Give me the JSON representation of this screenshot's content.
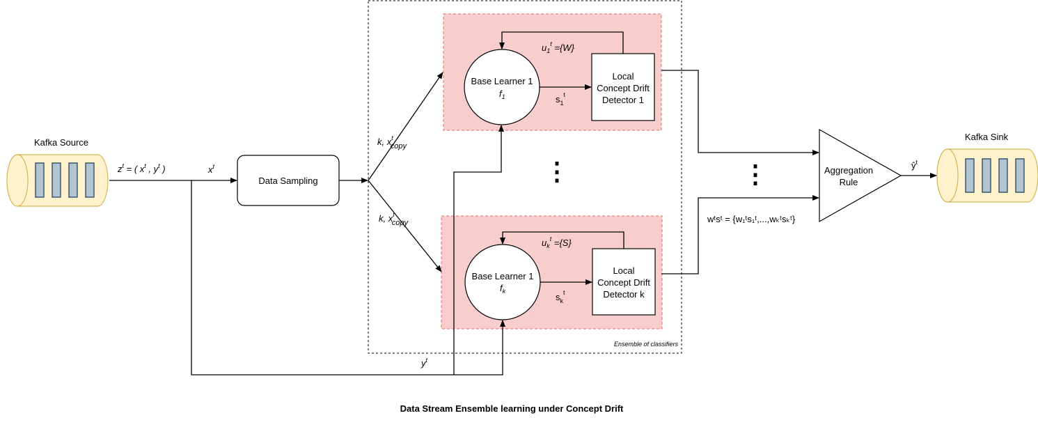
{
  "caption": "Data Stream Ensemble learning under Concept Drift",
  "ensemble_label": "Ensemble of classifiers",
  "colors": {
    "kafka_fill": "#fff2cc",
    "kafka_stroke": "#d6b656",
    "kafka_bar_fill": "#b4c5d2",
    "kafka_bar_stroke": "#23445d",
    "learner_box_fill": "#f8cecc",
    "learner_box_stroke": "#ea6b66"
  },
  "kafka_source": {
    "label": "Kafka Source",
    "icon": "kafka-cylinder-icon"
  },
  "kafka_sink": {
    "label": "Kafka Sink",
    "icon": "kafka-cylinder-icon"
  },
  "input_label": {
    "z": "z",
    "t": "t",
    "eq": " = ( ",
    "x": "x",
    "comma": " , ",
    "y": "y",
    "close": " )"
  },
  "xt_label": {
    "x": "x",
    "t": "t"
  },
  "yt_label": {
    "y": "y",
    "t": "t"
  },
  "data_sampling": {
    "label": "Data Sampling"
  },
  "copy_label": {
    "k": "k, x",
    "t": "t",
    "sub": "copy"
  },
  "learner_1": {
    "circle_label": "Base Learner 1",
    "f": "f",
    "f_sub": "1",
    "detector_lines": [
      "Local",
      "Concept Drift",
      "Detector 1"
    ],
    "s": "s",
    "s_sub": "1",
    "s_sup": "t",
    "u": "u",
    "u_sub": "1",
    "u_sup": "t",
    "u_val": " ={W}"
  },
  "learner_k": {
    "circle_label": "Base Learner 1",
    "f": "f",
    "f_sub": "k",
    "detector_lines": [
      "Local",
      "Concept Drift",
      "Detector k"
    ],
    "s": "s",
    "s_sub": "k",
    "s_sup": "t",
    "u": "u",
    "u_sub": "k",
    "u_sup": "t",
    "u_val": " ={S}"
  },
  "ellipsis": "⋮",
  "aggregation": {
    "lines": [
      "Aggregation",
      "Rule"
    ]
  },
  "yhat": {
    "y": "ŷ",
    "t": "t"
  },
  "ws_label": "wᵗsᵗ = {w₁ᵗs₁ᵗ,...,wₖᵗsₖᵗ}"
}
